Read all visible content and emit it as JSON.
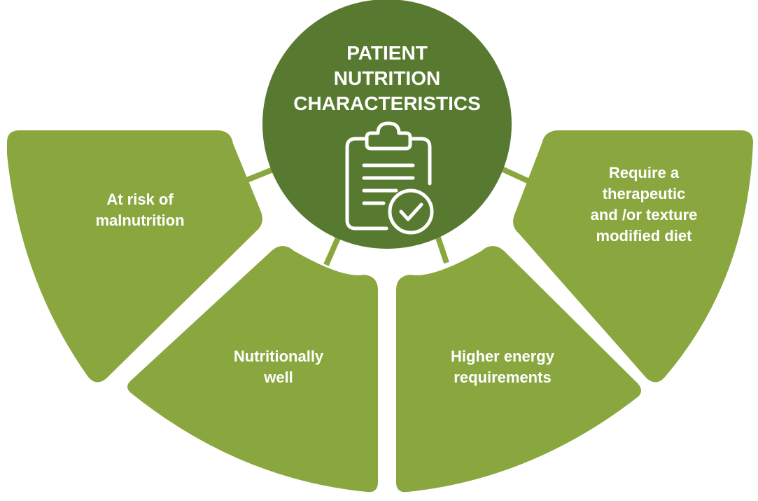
{
  "center": {
    "title_lines": [
      "PATIENT",
      "NUTRITION",
      "CHARACTERISTICS"
    ],
    "icon": "clipboard-check-icon"
  },
  "segments": [
    {
      "id": "left",
      "label_lines": [
        "At risk of",
        "malnutrition"
      ]
    },
    {
      "id": "center-left",
      "label_lines": [
        "Nutritionally",
        "well"
      ]
    },
    {
      "id": "center-right",
      "label_lines": [
        "Higher energy",
        "requirements"
      ]
    },
    {
      "id": "right",
      "label_lines": [
        "Require a",
        "therapeutic",
        "and /or texture",
        "modified diet"
      ]
    }
  ],
  "colors": {
    "segment": "#8aa73f",
    "center": "#587a30",
    "text": "#ffffff"
  }
}
